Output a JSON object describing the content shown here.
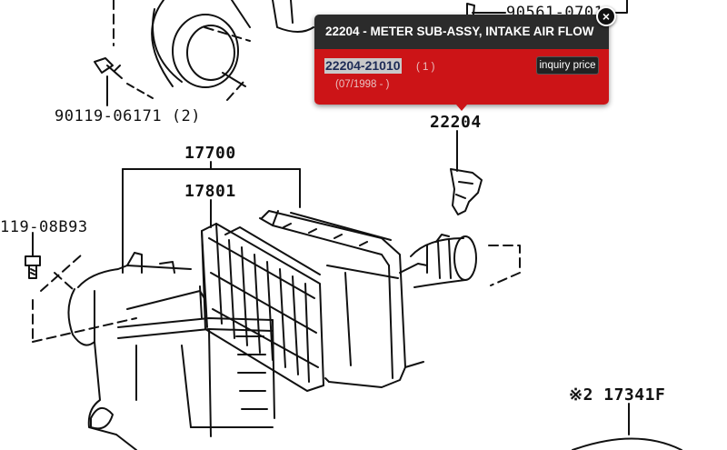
{
  "diagram": {
    "labels": {
      "p90561": "90561-0701",
      "p90119_a": "90119-06171 (2)",
      "p22204": "22204",
      "p17700": "17700",
      "p17801": "17801",
      "p90119_b": "119-08B93",
      "p17341": "※2 17341F"
    }
  },
  "popup": {
    "title": "22204 - METER SUB-ASSY, INTAKE AIR FLOW",
    "part_number": "22204-21010",
    "quantity": "( 1 )",
    "date_range": "(07/1998 - )",
    "inquiry_label": "inquiry price",
    "close_glyph": "×",
    "colors": {
      "header": "#2b2b2b",
      "body": "#cc1417"
    }
  }
}
